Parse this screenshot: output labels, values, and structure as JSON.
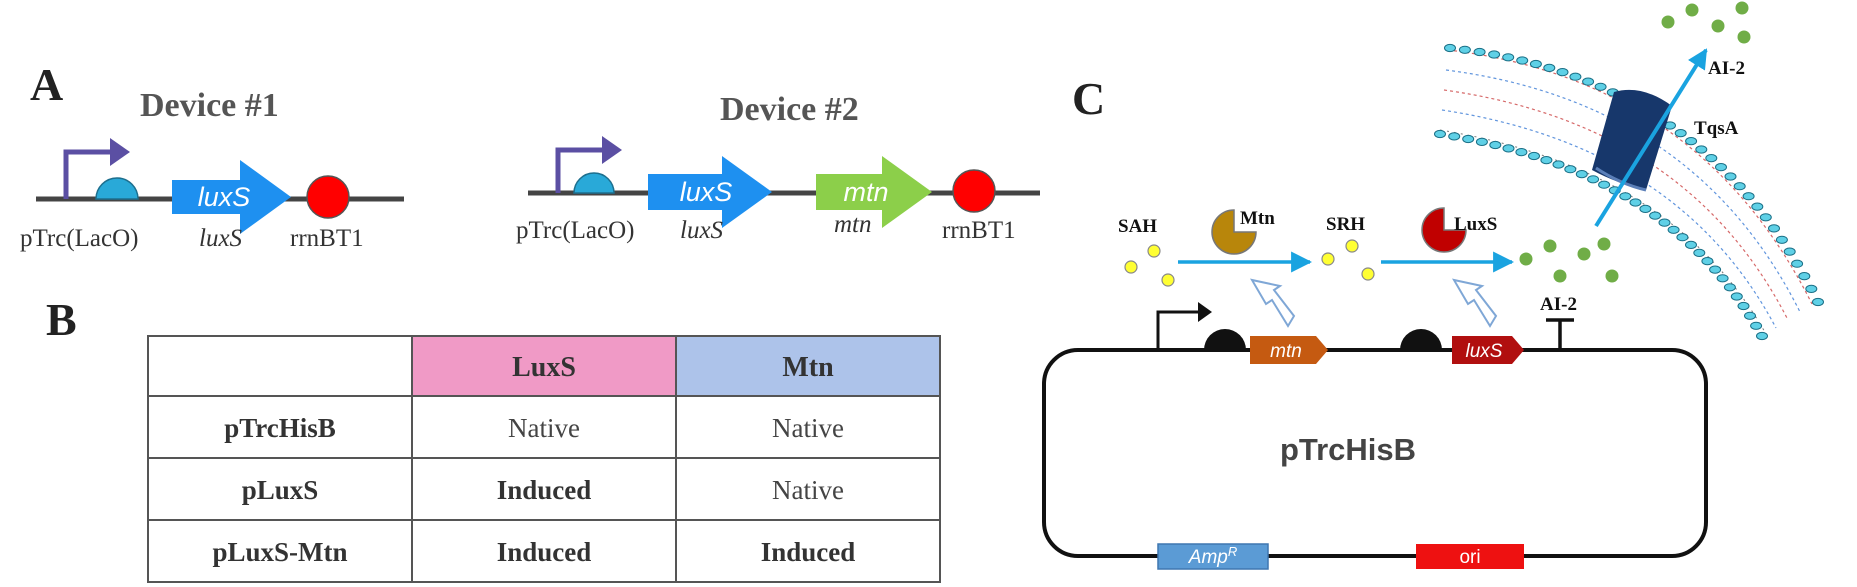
{
  "panels": {
    "a": "A",
    "b": "B",
    "c": "C"
  },
  "device1": {
    "title": "Device #1",
    "promoter_label": "pTrc(LacO)",
    "gene_arrow": "luxS",
    "gene_label": "luxS",
    "terminator_label": "rrnBT1"
  },
  "device2": {
    "title": "Device #2",
    "promoter_label": "pTrc(LacO)",
    "gene1_arrow": "luxS",
    "gene1_label": "luxS",
    "gene2_arrow": "mtn",
    "gene2_label": "mtn",
    "terminator_label": "rrnBT1"
  },
  "table": {
    "headers": [
      "",
      "LuxS",
      "Mtn"
    ],
    "rows": [
      {
        "name": "pTrcHisB",
        "luxs": "Native",
        "mtn": "Native",
        "luxs_bold": false,
        "mtn_bold": false
      },
      {
        "name": "pLuxS",
        "luxs": "Induced",
        "mtn": "Native",
        "luxs_bold": true,
        "mtn_bold": false
      },
      {
        "name": "pLuxS-Mtn",
        "luxs": "Induced",
        "mtn": "Induced",
        "luxs_bold": true,
        "mtn_bold": true
      }
    ],
    "header_colors": {
      "luxs": "#f09ac6",
      "mtn": "#adc3ea"
    }
  },
  "panel_c": {
    "sah": "SAH",
    "mtn_enzyme": "Mtn",
    "srh": "SRH",
    "luxs_enzyme": "LuxS",
    "ai2_top": "AI-2",
    "tqsa": "TqsA",
    "ai2_term": "AI-2",
    "plasmid_name": "pTrcHisB",
    "cds_mtn": "mtn",
    "cds_luxs": "luxS",
    "amp_base": "Amp",
    "amp_sup": "R",
    "ori": "ori"
  },
  "colors": {
    "promoter_arrow": "#5b4fa3",
    "operator": "#29a9d8",
    "luxs_arrow": "#1e90f0",
    "mtn_arrow": "#8ccf4a",
    "terminator": "#ff0000",
    "mtn_cds": "#c55a11",
    "luxs_cds": "#b10f0f",
    "amp_box": "#5b9bd5",
    "ori_box": "#ee1111",
    "reaction_arrow": "#1aa3e0",
    "sah_dot": "#ffff33",
    "ai2_dot": "#70ad47",
    "channel": "#17376b"
  }
}
